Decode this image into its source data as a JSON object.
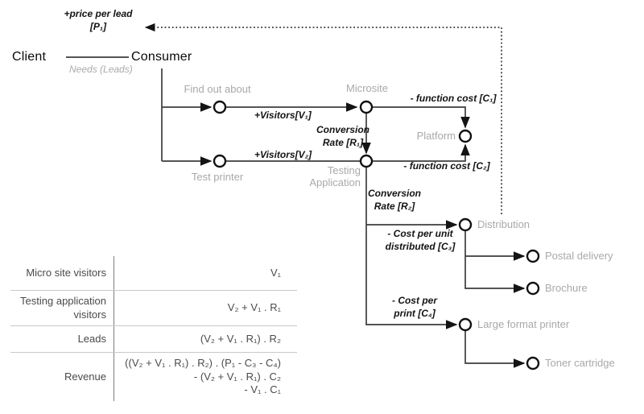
{
  "palette": {
    "line": "#3d3d3d",
    "node_stroke": "#111111",
    "node_fill": "#ffffff",
    "gray_label": "#a9a9a9",
    "black_label": "#141414",
    "table_text": "#4a4a4a",
    "table_rule": "#c9c9c9"
  },
  "header": {
    "client": "Client",
    "consumer": "Consumer",
    "relation": "Needs (Leads)"
  },
  "feedback": {
    "price_per_lead": "+price per lead\n[P₁]"
  },
  "flow_labels": {
    "visitors_v1": "+Visitors[V₁]",
    "visitors_v2": "+Visitors[V₂]",
    "conversion_r1": "Conversion\nRate [R₁]",
    "conversion_r2": "Conversion\nRate [R₂]",
    "function_c1": "- function cost [C₁]",
    "function_c2": "- function cost [C₂]",
    "cost_c3": "- Cost per unit\ndistributed [C₃]",
    "cost_c4": "- Cost per\nprint [C₄]"
  },
  "nodes": {
    "find_out_about": "Find out about",
    "microsite": "Microsite",
    "test_printer": "Test printer",
    "testing_application": "Testing\nApplication",
    "platform": "Platform",
    "distribution": "Distribution",
    "postal_delivery": "Postal delivery",
    "brochure": "Brochure",
    "large_format_printer": "Large format printer",
    "toner_cartridge": "Toner cartridge"
  },
  "table": {
    "rows": [
      {
        "label": "Micro site visitors",
        "value": "V₁"
      },
      {
        "label": "Testing application\nvisitors",
        "value": "V₂ + V₁ . R₁"
      },
      {
        "label": "Leads",
        "value": "(V₂ + V₁ . R₁) . R₂"
      },
      {
        "label": "Revenue",
        "value": "((V₂ + V₁ . R₁) . R₂) . (P₁ - C₃ - C₄)\n- (V₂ + V₁ . R₁) . C₂\n- V₁ . C₁"
      }
    ]
  }
}
